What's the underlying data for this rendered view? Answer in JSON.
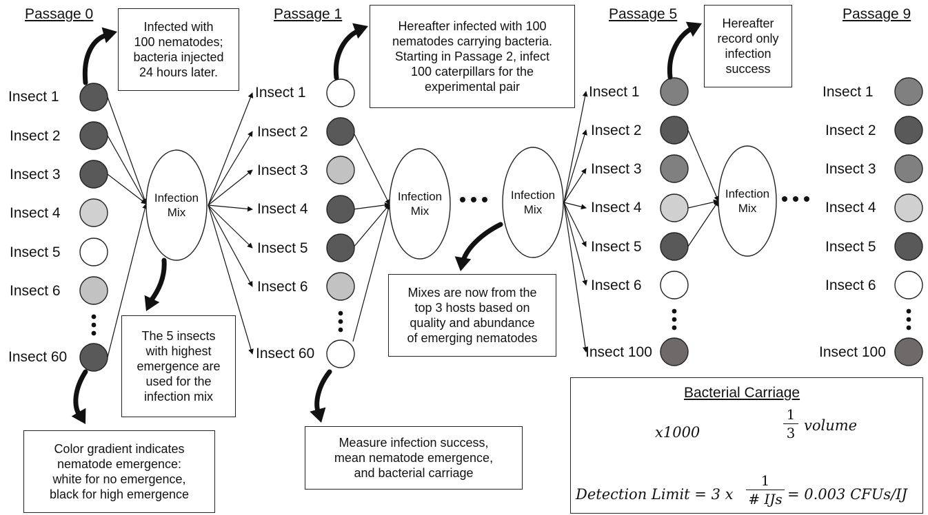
{
  "passages": [
    {
      "id": "p0",
      "title": "Passage 0",
      "insects": [
        {
          "label": "Insect 1",
          "shade": "#595959"
        },
        {
          "label": "Insect 2",
          "shade": "#595959"
        },
        {
          "label": "Insect 3",
          "shade": "#595959"
        },
        {
          "label": "Insect 4",
          "shade": "#d0d0d0"
        },
        {
          "label": "Insect 5",
          "shade": "#ffffff"
        },
        {
          "label": "Insect 6",
          "shade": "#c2c2c2"
        },
        {
          "label": "Insect 60",
          "shade": "#595959"
        }
      ]
    },
    {
      "id": "p1",
      "title": "Passage 1",
      "insects": [
        {
          "label": "Insect 1",
          "shade": "#ffffff"
        },
        {
          "label": "Insect 2",
          "shade": "#595959"
        },
        {
          "label": "Insect 3",
          "shade": "#c2c2c2"
        },
        {
          "label": "Insect 4",
          "shade": "#595959"
        },
        {
          "label": "Insect 5",
          "shade": "#595959"
        },
        {
          "label": "Insect 6",
          "shade": "#c2c2c2"
        },
        {
          "label": "Insect 60",
          "shade": "#ffffff"
        }
      ]
    },
    {
      "id": "p5",
      "title": "Passage 5",
      "insects": [
        {
          "label": "Insect 1",
          "shade": "#808080"
        },
        {
          "label": "Insect 2",
          "shade": "#595959"
        },
        {
          "label": "Insect 3",
          "shade": "#808080"
        },
        {
          "label": "Insect 4",
          "shade": "#d0d0d0"
        },
        {
          "label": "Insect 5",
          "shade": "#595959"
        },
        {
          "label": "Insect 6",
          "shade": "#ffffff"
        },
        {
          "label": "Insect 100",
          "shade": "#6e6a6a"
        }
      ]
    },
    {
      "id": "p9",
      "title": "Passage 9",
      "insects": [
        {
          "label": "Insect 1",
          "shade": "#808080"
        },
        {
          "label": "Insect 2",
          "shade": "#595959"
        },
        {
          "label": "Insect 3",
          "shade": "#808080"
        },
        {
          "label": "Insect 4",
          "shade": "#d0d0d0"
        },
        {
          "label": "Insect 5",
          "shade": "#595959"
        },
        {
          "label": "Insect 6",
          "shade": "#ffffff"
        },
        {
          "label": "Insect 100",
          "shade": "#6e6a6a"
        }
      ]
    }
  ],
  "mixes": {
    "mix_a": "Infection\nMix",
    "mix_b": "Infection\nMix",
    "mix_c": "Infection\nMix",
    "mix_d": "Infection\nMix"
  },
  "notes": {
    "infected_100": "Infected with\n100 nematodes;\nbacteria injected\n24 hours later.",
    "hereafter_100": "Hereafter infected with 100\nnematodes carrying bacteria.\nStarting in Passage 2, infect\n100 caterpillars for the\nexperimental pair",
    "hereafter_record": "Hereafter\nrecord only\ninfection\nsuccess",
    "top5": "The 5 insects\nwith highest\nemergence are\nused for the\ninfection mix",
    "top3": "Mixes are now from the\ntop 3 hosts based on\nquality and abundance\nof emerging nematodes",
    "gradient": "Color gradient indicates\nnematode emergence:\nwhite for no emergence,\nblack for high emergence",
    "measure": "Measure infection success,\nmean nematode emergence,\nand bacterial carriage"
  },
  "carriage": {
    "title": "Bacterial Carriage",
    "multiplier": "x1000",
    "volume_num": "1",
    "volume_den": "3",
    "volume_label": "volume",
    "detection_lhs": "Detection Limit = 3 x",
    "detection_num": "1",
    "detection_den": "# IJs",
    "detection_rhs": "= 0.003 CFUs/IJ"
  },
  "colors": {
    "dark": "#595959",
    "worm": "#4fb3b0",
    "dish": "#b9dcf0"
  }
}
